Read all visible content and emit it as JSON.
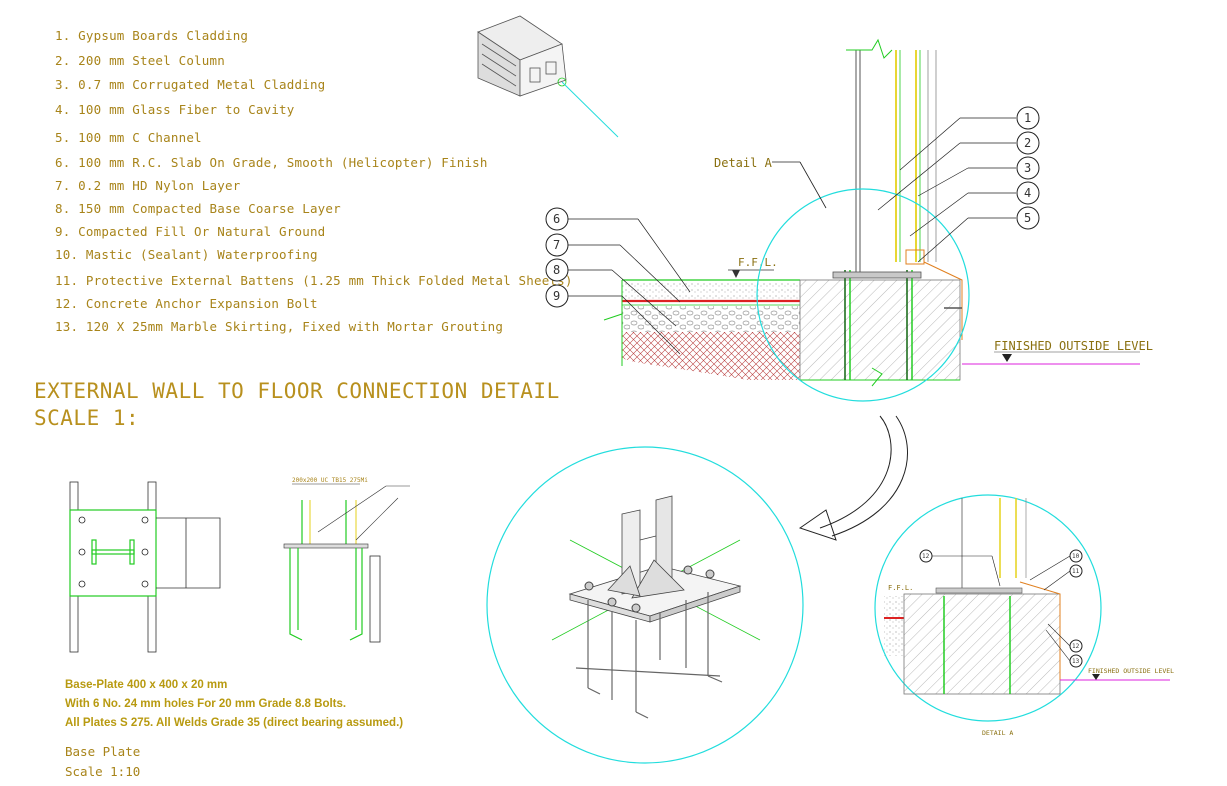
{
  "legend": [
    "1. Gypsum Boards Cladding",
    "2. 200 mm Steel Column",
    "3. 0.7 mm Corrugated Metal Cladding",
    "4. 100 mm  Glass Fiber to Cavity",
    "5. 100 mm C Channel",
    "6. 100 mm R.C. Slab On Grade, Smooth (Helicopter) Finish",
    "7. 0.2 mm HD Nylon Layer",
    "8. 150 mm Compacted Base Coarse Layer",
    "9. Compacted Fill Or Natural Ground",
    "10. Mastic (Sealant) Waterproofing",
    "11. Protective External Battens (1.25 mm Thick Folded Metal Sheets)",
    "12. Concrete Anchor Expansion Bolt",
    "13. 120 X 25mm Marble Skirting, Fixed with Mortar Grouting"
  ],
  "title": {
    "line1": "EXTERNAL WALL TO FLOOR CONNECTION DETAIL",
    "line2": "SCALE 1:"
  },
  "base_plate_notes": {
    "line1": "Base-Plate 400 x 400 x 20 mm",
    "line2": "With 6 No. 24 mm holes For 20 mm Grade 8.8 Bolts.",
    "line3": "All Plates S 275. All Welds Grade 35 (direct bearing assumed.)"
  },
  "base_plate_title": {
    "name": "Base Plate",
    "scale": "Scale 1:10"
  },
  "detail": {
    "detail_a_label": "Detail A",
    "ffl": "F.F.L.",
    "finished_outside_level": "FINISHED OUTSIDE LEVEL",
    "small_ffl": "F.F.L.",
    "small_finished_outside_level": "FINISHED OUTSIDE LEVEL",
    "small_detail_a": "DETAIL A",
    "section_tag": "200x200 UC TB15 275Mi",
    "callouts_right": [
      "1",
      "2",
      "3",
      "4",
      "5"
    ],
    "callouts_left": [
      "6",
      "7",
      "8",
      "9"
    ],
    "small_callouts": [
      "12",
      "10",
      "11",
      "12",
      "13"
    ]
  },
  "colors": {
    "legend_text": "#a8841a",
    "outline_green": "#22cc22",
    "circle_cyan": "#22dddd",
    "dim_red": "#dd2222",
    "level_magenta": "#dd22dd",
    "insulation_yellow": "#e6d21c"
  }
}
